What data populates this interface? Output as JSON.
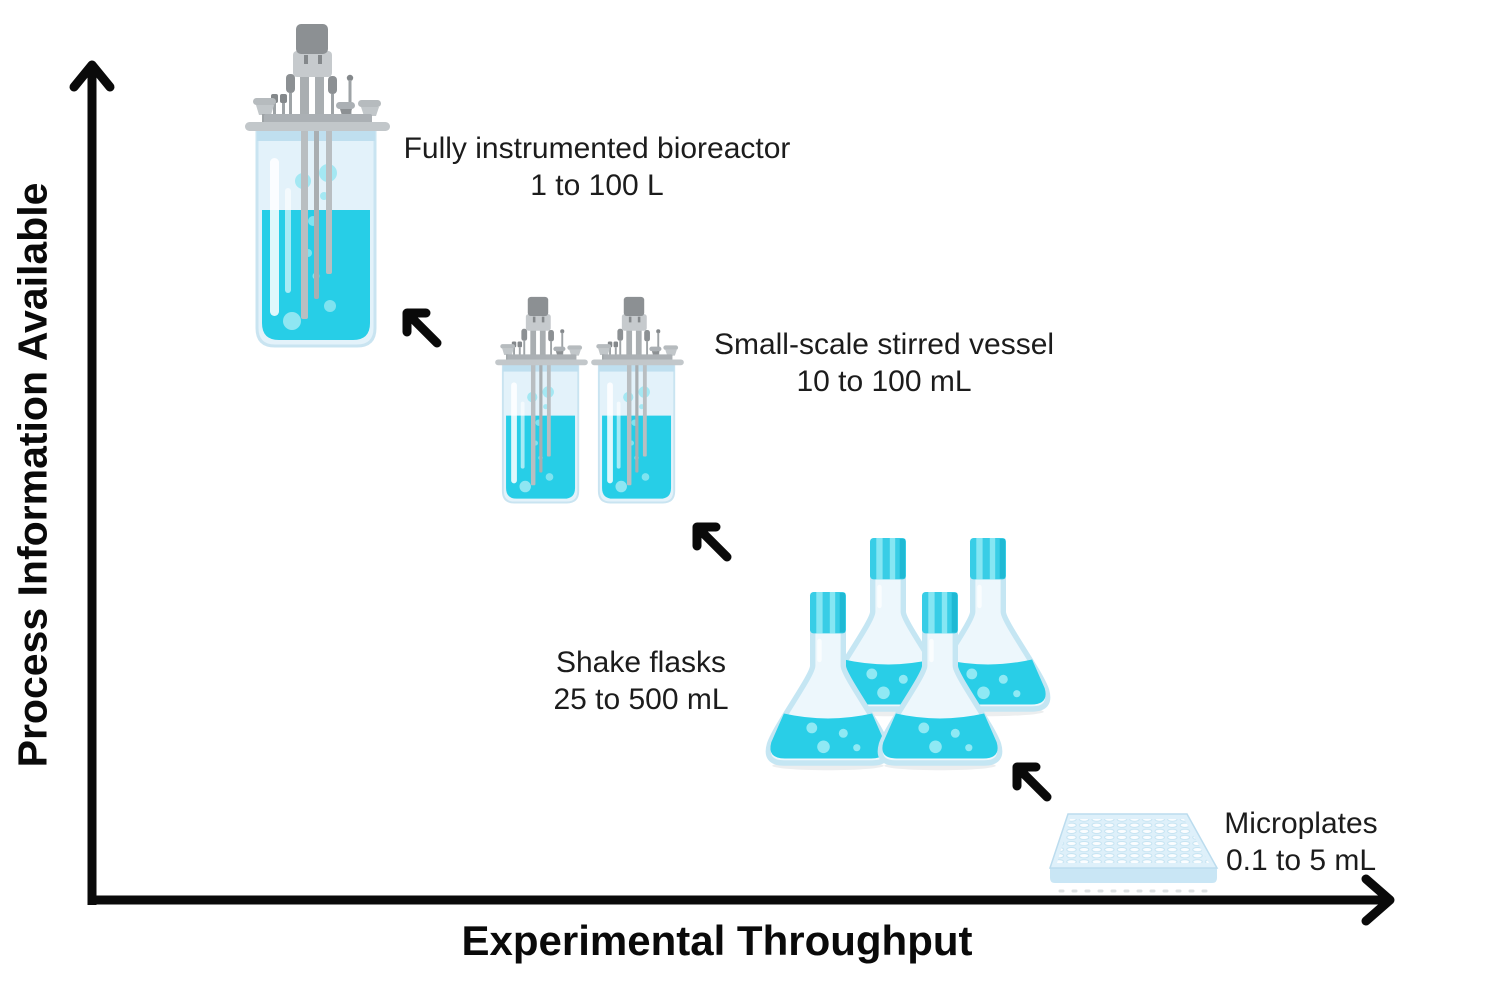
{
  "diagram": {
    "y_axis_label": "Process Information Available",
    "x_axis_label": "Experimental Throughput"
  },
  "items": [
    {
      "label": "Fully instrumented bioreactor",
      "volume": "1 to 100 L"
    },
    {
      "label": "Small-scale stirred vessel",
      "volume": "10 to 100 mL"
    },
    {
      "label": "Shake flasks",
      "volume": "25 to 500 mL"
    },
    {
      "label": "Microplates",
      "volume": "0.1 to 5 mL"
    }
  ],
  "icons": {
    "bioreactor": "stirred-tank-bioreactor-icon",
    "small_vessel": "small-stirred-vessel-icon",
    "shake_flask": "erlenmeyer-flask-icon",
    "microplate": "microplate-icon",
    "step_arrow": "up-left-arrow-icon"
  },
  "colors": {
    "liquid_cyan": "#29CEE7",
    "bubble_cyan": "#7FE3F0",
    "glass_blue": "#E3F2FA",
    "cap_cyan": "#38CDE6",
    "hardware_gray": "#A9AEB1",
    "axis_black": "#0A0A0A",
    "text": "#1C1C1C"
  }
}
